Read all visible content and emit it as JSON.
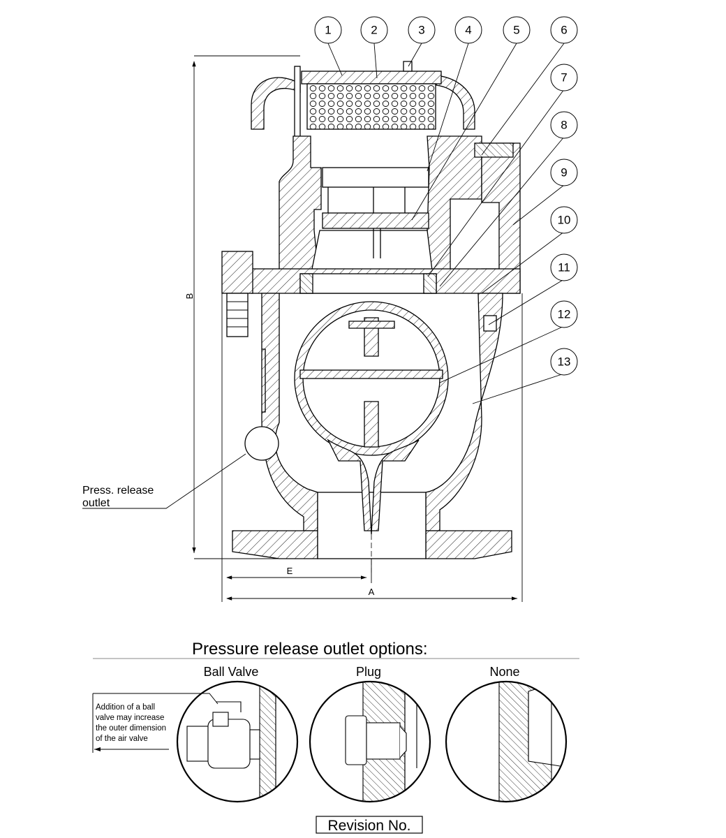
{
  "callouts": [
    "1",
    "2",
    "3",
    "4",
    "5",
    "6",
    "7",
    "8",
    "9",
    "10",
    "11",
    "12",
    "13"
  ],
  "dimensions": {
    "a": "A",
    "b": "B",
    "e": "E"
  },
  "press_release_label": [
    "Press. release",
    "outlet"
  ],
  "options": {
    "title": "Pressure release outlet options:",
    "ball_valve": "Ball Valve",
    "plug": "Plug",
    "none": "None",
    "note": [
      "Addition of a ball",
      "valve may increase",
      "the outer dimension",
      "of the air valve"
    ]
  },
  "revision_label": "Revision No."
}
